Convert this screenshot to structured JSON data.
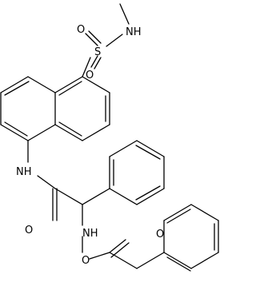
{
  "labels": {
    "methylamine_nh": "NH",
    "sulfonyl_s": "S",
    "sulfonyl_o_top": "O",
    "sulfonyl_o_bottom": "O",
    "amide_nh": "NH",
    "amide_o": "O",
    "hydroxylamine_nh": "NH",
    "ester_o_single": "O",
    "ester_o_double": "O"
  }
}
